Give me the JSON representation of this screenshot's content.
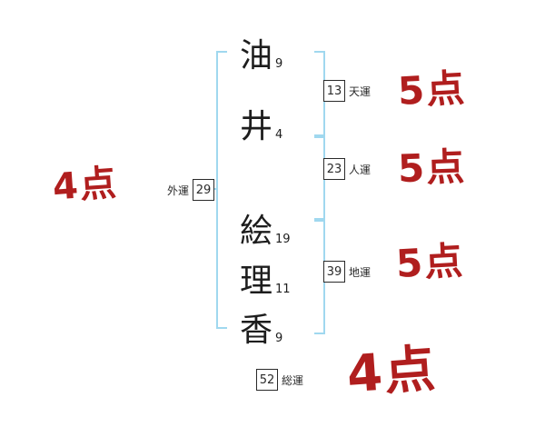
{
  "name_chars": [
    {
      "char": "油",
      "strokes": "9"
    },
    {
      "char": "井",
      "strokes": "4"
    },
    {
      "char": "絵",
      "strokes": "19"
    },
    {
      "char": "理",
      "strokes": "11"
    },
    {
      "char": "香",
      "strokes": "9"
    }
  ],
  "fortunes": {
    "gaiun": {
      "label": "外運",
      "value": "29",
      "score": "4点"
    },
    "tenun": {
      "label": "天運",
      "value": "13",
      "score": "5点"
    },
    "jinun": {
      "label": "人運",
      "value": "23",
      "score": "5点"
    },
    "chiun": {
      "label": "地運",
      "value": "39",
      "score": "5点"
    },
    "soun": {
      "label": "総運",
      "value": "52",
      "score": "4点"
    }
  },
  "colors": {
    "bracket_blue": "#a0d8ef",
    "score_red": "#b01e1e",
    "box_border": "#2a2a2a"
  }
}
